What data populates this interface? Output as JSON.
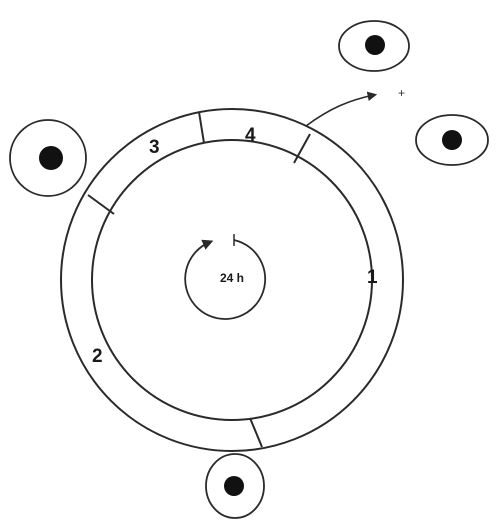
{
  "diagram": {
    "center_label": "24 h",
    "segments": [
      {
        "id": "1",
        "label": "1"
      },
      {
        "id": "2",
        "label": "2"
      },
      {
        "id": "3",
        "label": "3"
      },
      {
        "id": "4",
        "label": "4"
      }
    ],
    "plus_sign": "+"
  },
  "colors": {
    "line": "#2a2a2a",
    "nucleus": "#111111",
    "background": "#ffffff"
  }
}
